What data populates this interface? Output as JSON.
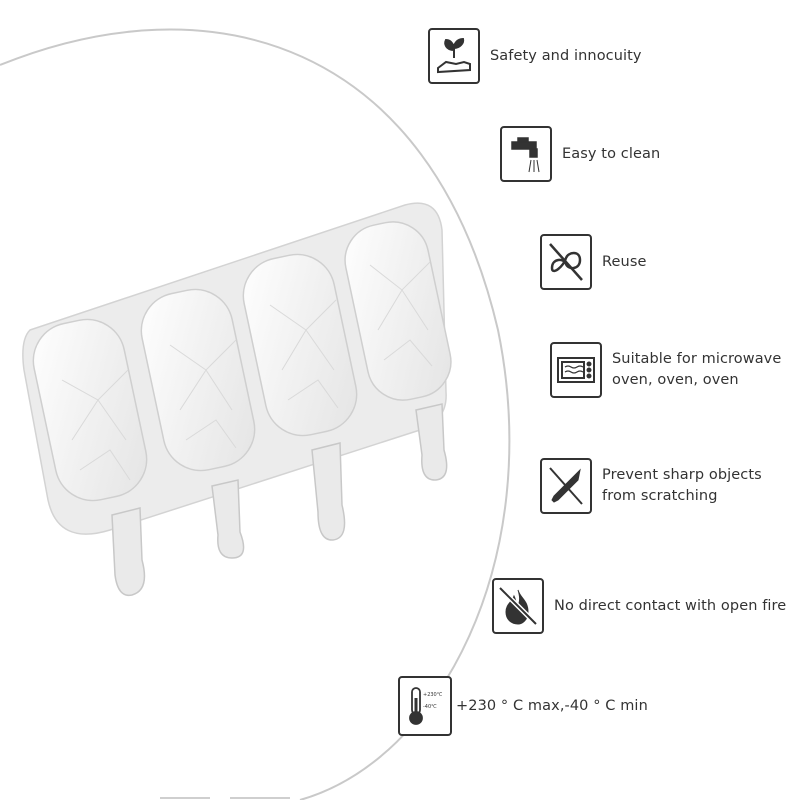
{
  "features": [
    {
      "icon": "hand-sprout-icon",
      "lines": [
        "Safety and innocuity"
      ]
    },
    {
      "icon": "faucet-icon",
      "lines": [
        "Easy to clean"
      ]
    },
    {
      "icon": "infinity-crossed-icon",
      "lines": [
        "Reuse"
      ]
    },
    {
      "icon": "microwave-icon",
      "lines": [
        "Suitable for microwave",
        "oven, oven, oven"
      ]
    },
    {
      "icon": "knife-crossed-icon",
      "lines": [
        "Prevent sharp objects",
        "from scratching"
      ]
    },
    {
      "icon": "fire-crossed-icon",
      "lines": [
        "No direct contact with open fire"
      ]
    },
    {
      "icon": "thermometer-icon",
      "lines": [
        "+230 ° C max,-40 ° C min"
      ]
    }
  ],
  "thermometer_marks": [
    "+230℃",
    "-40℃"
  ],
  "colors": {
    "mold": "#eeeeee",
    "mold_edge": "#d8d8d8",
    "icon_stroke": "#333333",
    "circle": "#cfcfcf"
  }
}
